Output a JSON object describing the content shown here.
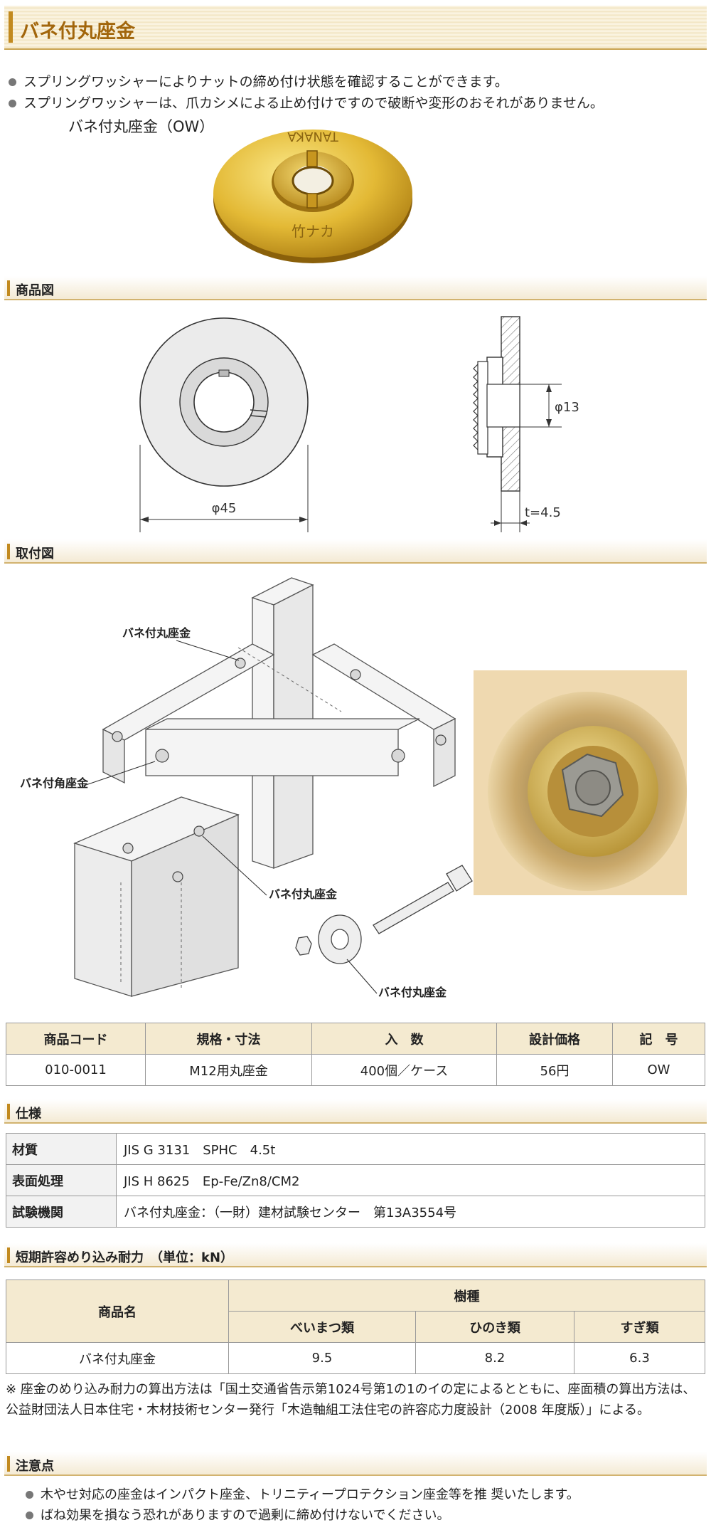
{
  "title": "バネ付丸座金",
  "bullets": [
    "スプリングワッシャーによりナットの締め付け状態を確認することができます。",
    "スプリングワッシャーは、爪カシメによる止め付けですので破断や変形のおそれがありません。"
  ],
  "photo_label": "バネ付丸座金（OW）",
  "photo_emboss": {
    "top": "TANAKA",
    "bottom": "竹ナカ"
  },
  "sections": {
    "product_drawing": "商品図",
    "mounting_drawing": "取付図",
    "spec": "仕様",
    "capacity": "短期許容めり込み耐力　（単位：kN）",
    "caution": "注意点"
  },
  "drawing": {
    "diameter": "φ45",
    "hole": "φ13",
    "thickness": "t=4.5"
  },
  "mounting_labels": {
    "round_washer_1": "バネ付丸座金",
    "square_washer": "バネ付角座金",
    "round_washer_2": "バネ付丸座金",
    "round_washer_3": "バネ付丸座金"
  },
  "product_table": {
    "headers": [
      "商品コード",
      "規格・寸法",
      "入　数",
      "設計価格",
      "記　号"
    ],
    "row": [
      "010-0011",
      "M12用丸座金",
      "400個／ケース",
      "56円",
      "OW"
    ]
  },
  "spec_table": [
    {
      "label": "材質",
      "value": "JIS G 3131　SPHC　4.5t"
    },
    {
      "label": "表面処理",
      "value": "JIS H 8625　Ep-Fe/Zn8/CM2"
    },
    {
      "label": "試験機関",
      "value": "バネ付丸座金：（一財）建材試験センター　第13A3554号"
    }
  ],
  "capacity_table": {
    "product_header": "商品名",
    "species_header": "樹種",
    "species": [
      "べいまつ類",
      "ひのき類",
      "すぎ類"
    ],
    "product": "バネ付丸座金",
    "values": [
      "9.5",
      "8.2",
      "6.3"
    ]
  },
  "note": "※ 座金のめり込み耐力の算出方法は「国土交通省告示第1024号第1の1のイの定によるとともに、座面積の算出方法は、公益財団法人日本住宅・木材技術センター発行「木造軸組工法住宅の許容応力度設計（2008 年度版）」による。",
  "caution_items": [
    "木やせ対応の座金はインパクト座金、トリニティープロテクション座金等を推 奨いたします。",
    "ばね効果を損なう恐れがありますので過剰に締め付けないでください。"
  ]
}
